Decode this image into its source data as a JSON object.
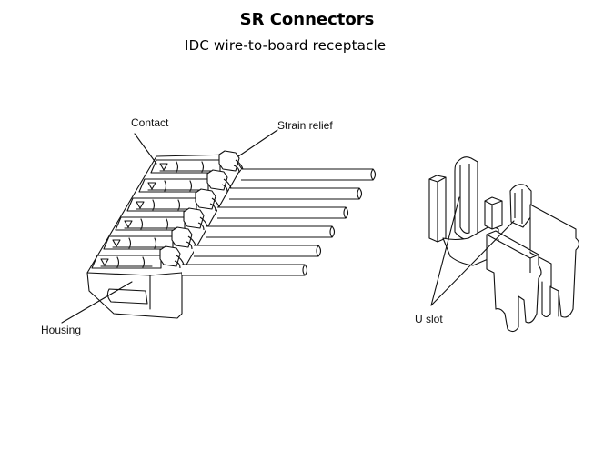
{
  "slide": {
    "title": "SR Connectors",
    "subtitle": "IDC wire-to-board receptacle"
  },
  "connector_diagram": {
    "labels": {
      "contact": "Contact",
      "strain_relief": "Strain relief",
      "housing": "Housing"
    },
    "wire_count": 6
  },
  "contact_diagram": {
    "labels": {
      "u_slot": "U slot"
    }
  }
}
